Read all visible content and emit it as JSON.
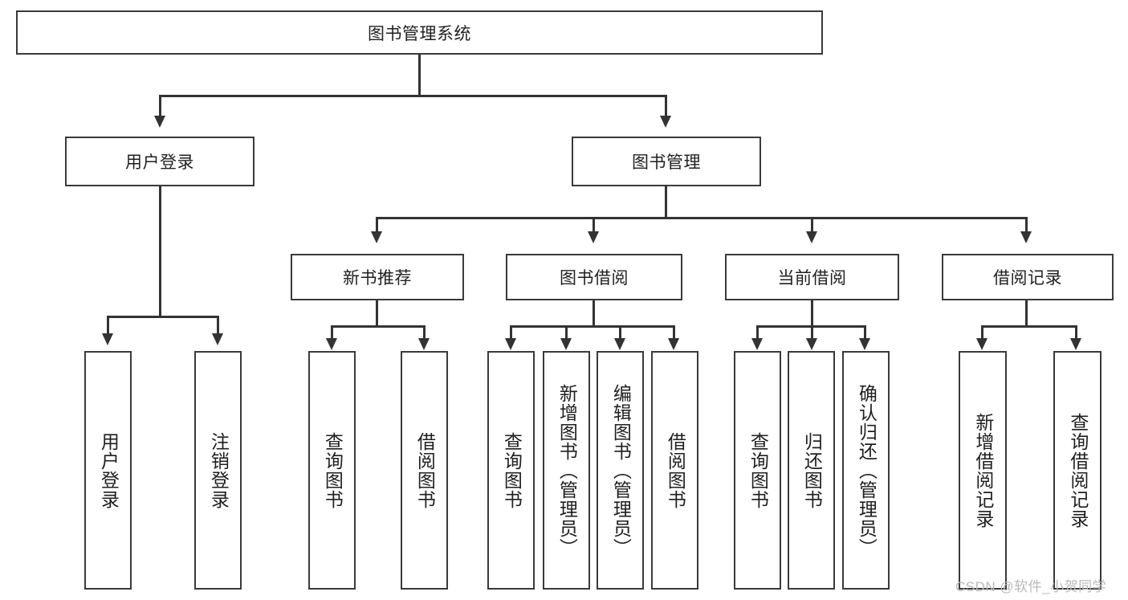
{
  "diagram": {
    "title": "图书管理系统",
    "root": {
      "label": "图书管理系统"
    },
    "level2": [
      {
        "label": "用户登录"
      },
      {
        "label": "图书管理"
      }
    ],
    "level3": [
      {
        "label": "新书推荐"
      },
      {
        "label": "图书借阅"
      },
      {
        "label": "当前借阅"
      },
      {
        "label": "借阅记录"
      }
    ],
    "leaves": {
      "user_login": [
        {
          "label": "用户登录"
        },
        {
          "label": "注销登录"
        }
      ],
      "new_book_recommend": [
        {
          "label": "查询图书"
        },
        {
          "label": "借阅图书"
        }
      ],
      "book_borrow": [
        {
          "label": "查询图书"
        },
        {
          "label": "新增图书（管理员）"
        },
        {
          "label": "编辑图书（管理员）"
        },
        {
          "label": "借阅图书"
        }
      ],
      "current_borrow": [
        {
          "label": "查询图书"
        },
        {
          "label": "归还图书"
        },
        {
          "label": "确认归还（管理员）"
        }
      ],
      "borrow_record": [
        {
          "label": "新增借阅记录"
        },
        {
          "label": "查询借阅记录"
        }
      ]
    }
  },
  "watermark": {
    "text": "CSDN @软件_小贺同学"
  },
  "colors": {
    "stroke": "#333333",
    "box_border": "#3a3a3a",
    "background": "#ffffff",
    "text": "#1f1f1f",
    "watermark": "#b9b9b9"
  }
}
